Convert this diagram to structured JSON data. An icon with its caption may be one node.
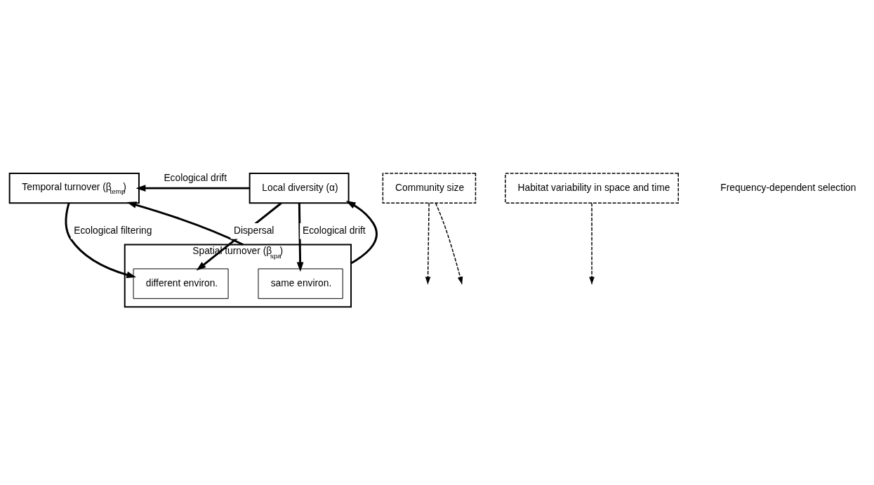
{
  "diagram": {
    "nodes": [
      {
        "text": [
          "Temporal turnover (β$_{temp}$)"
        ]
      },
      {
        "text": [
          "Local diversity (α)"
        ]
      },
      {
        "text": [
          "Spatial turnover (β$_{spa}$)"
        ]
      },
      {
        "text": [
          "same environ."
        ],
        "in": 2
      },
      {
        "text": [
          "different environ."
        ],
        "in": 2
      },
      {
        "text": [
          "Community size"
        ]
      },
      {
        "text": [
          "Habitat variability in space and time"
        ]
      }
    ],
    "edges": [
      {
        "from": 2,
        "to": 0,
        "arrow": "to",
        "label": "Dispersal"
      },
      {
        "from": 2,
        "to": 1,
        "arrow": "to"
      },
      {
        "from": 1,
        "to": 0,
        "arrow": "to",
        "label": "Ecological drift"
      },
      {
        "from": 1,
        "to": 3,
        "arrow": "to",
        "label": "Ecological drift"
      },
      {
        "from": 1,
        "to": 4,
        "arrow": "to"
      },
      {
        "from": 0,
        "to": 4,
        "arrow": "to",
        "label": "Ecological filtering"
      },
      {
        "from": 5,
        "to": null,
        "arrow": "to",
        "style": "dashed"
      },
      {
        "from": 5,
        "to": null,
        "arrow": "to",
        "style": "dashed"
      },
      {
        "from": 6,
        "to": null,
        "arrow": "to",
        "style": "dashed"
      }
    ],
    "labels": [
      "Frequency-dependent selection"
    ]
  }
}
